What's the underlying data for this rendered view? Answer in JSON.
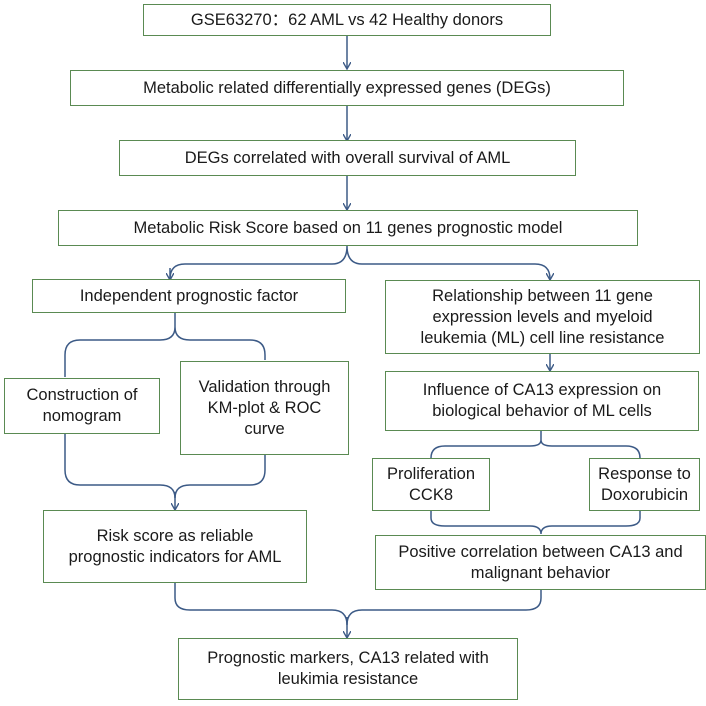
{
  "nodes": {
    "dataset": "GSE63270：62 AML vs 42 Healthy donors",
    "degs": "Metabolic related differentially expressed genes (DEGs)",
    "survival": "DEGs correlated with overall survival of AML",
    "risk_model": "Metabolic Risk Score based on 11 genes prognostic model",
    "independent": "Independent prognostic factor",
    "relationship": "Relationship between 11 gene expression levels and myeloid leukemia (ML) cell line resistance",
    "nomogram": "Construction of nomogram",
    "validation": "Validation through KM-plot & ROC curve",
    "ca13_influence": "Influence of CA13 expression on biological behavior of ML cells",
    "proliferation": "Proliferation CCK8",
    "doxorubicin": "Response to Doxorubicin",
    "reliable": "Risk score as reliable prognostic indicators for AML",
    "positive_corr": "Positive correlation between CA13 and malignant behavior",
    "final": "Prognostic markers, CA13 related with leukimia resistance"
  },
  "colors": {
    "box_border": "#5a8a52",
    "connector": "#3c5a86",
    "text": "#1a1a1a"
  }
}
